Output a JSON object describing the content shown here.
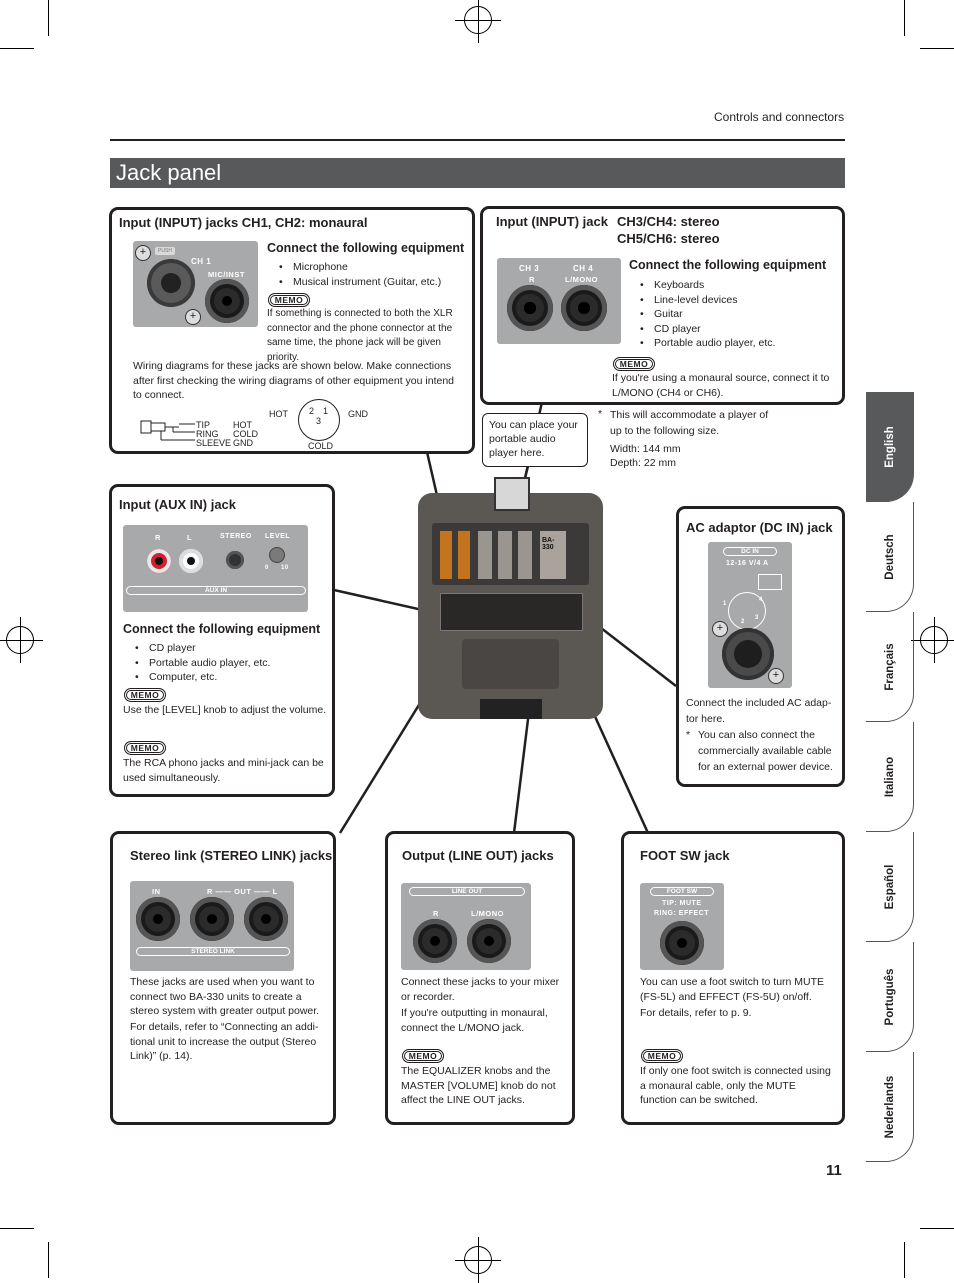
{
  "header": {
    "section": "Controls and connectors",
    "title": "Jack panel",
    "page_number": "11"
  },
  "boxes": {
    "input12": {
      "heading": "Input (INPUT) jacks CH1, CH2: monaural",
      "connect_heading": "Connect the following equipment",
      "items": [
        "Microphone",
        "Musical instrument (Guitar, etc.)"
      ],
      "memo_label": "MEMO",
      "memo_text": "If something is connected to both the XLR connector and the phone connector at the same time, the phone jack will be given priority.",
      "wiring_text": "Wiring diagrams for these jacks are shown below. Make connections after first checking the wiring diagrams of other equipment you intend to connect.",
      "panel_push": "PUSH",
      "panel_ch": "CH 1",
      "panel_mic": "MIC/INST",
      "plug_labels": [
        "TIP",
        "RING",
        "SLEEVE"
      ],
      "plug_values": [
        "HOT",
        "COLD",
        "GND"
      ],
      "xlr_hot": "HOT",
      "xlr_gnd": "GND",
      "xlr_cold": "COLD",
      "xlr_pins": [
        "2",
        "1",
        "3"
      ]
    },
    "input36": {
      "heading": "Input (INPUT) jack",
      "heading2": "CH3/CH4: stereo",
      "heading3": "CH5/CH6: stereo",
      "connect_heading": "Connect the following equipment",
      "items": [
        "Keyboards",
        "Line-level devices",
        "Guitar",
        "CD player",
        "Portable audio player, etc."
      ],
      "memo_label": "MEMO",
      "memo_text": "If you're using a monaural source, connect it to L/MONO (CH4 or CH6).",
      "panel_ch3": "CH 3",
      "panel_r": "R",
      "panel_ch4": "CH 4",
      "panel_lmono": "L/MONO",
      "note_star": "*",
      "note": "This will accommodate a player of up to the following size.",
      "width": "Width: 144 mm",
      "depth": "Depth: 22 mm"
    },
    "callout": "You can place your portable audio player here.",
    "auxin": {
      "heading": "Input (AUX IN) jack",
      "connect_heading": "Connect the following equipment",
      "items": [
        "CD player",
        "Portable audio player, etc.",
        "Computer, etc."
      ],
      "memo_label": "MEMO",
      "memo1": "Use the [LEVEL] knob to adjust the volume.",
      "memo2": "The RCA phono jacks and mini-jack can be used simultaneously.",
      "panel_r": "R",
      "panel_l": "L",
      "panel_stereo": "STEREO",
      "panel_level": "LEVEL",
      "panel_auxin": "AUX IN",
      "panel_0": "0",
      "panel_10": "10"
    },
    "dcin": {
      "heading": "AC adaptor (DC IN) jack",
      "text": "Connect the included AC adap-tor here.",
      "note_star": "*",
      "note": "You can also connect the commercially available cable for an external power device.",
      "panel_dcin": "DC IN",
      "panel_rating": "12-16 V/4 A",
      "panel_pins": [
        "1",
        "4",
        "2",
        "3"
      ]
    },
    "stereolink": {
      "heading": "Stereo link (STEREO LINK) jacks",
      "text1": "These jacks are used when you want to connect two BA-330 units to create a stereo system with greater output power.",
      "text2": "For details, refer to “Connecting an addi-tional unit to increase the output (Stereo Link)” (p. 14).",
      "panel_in": "IN",
      "panel_out": "R —— OUT —— L",
      "panel_bar": "STEREO LINK"
    },
    "lineout": {
      "heading": "Output (LINE OUT) jacks",
      "text1": "Connect these jacks to your mixer or recorder.",
      "text2": "If you're outputting in monaural, connect the L/MONO jack.",
      "memo_label": "MEMO",
      "memo": "The EQUALIZER knobs and the MASTER [VOLUME] knob do not affect the LINE OUT jacks.",
      "panel_bar": "LINE OUT",
      "panel_r": "R",
      "panel_l": "L/MONO"
    },
    "footsw": {
      "heading": "FOOT SW jack",
      "text1": "You can use a foot switch to turn MUTE (FS-5L) and EFFECT (FS-5U) on/off.",
      "text2": "For details, refer to p. 9.",
      "memo_label": "MEMO",
      "memo": "If only one foot switch is connected using a monaural cable, only the MUTE function can be switched.",
      "panel_bar": "FOOT SW",
      "panel_tip": "TIP: MUTE",
      "panel_ring": "RING: EFFECT"
    }
  },
  "device": {
    "model": "BA-330"
  },
  "languages": [
    "English",
    "Deutsch",
    "Français",
    "Italiano",
    "Español",
    "Português",
    "Nederlands"
  ],
  "active_language": "English"
}
